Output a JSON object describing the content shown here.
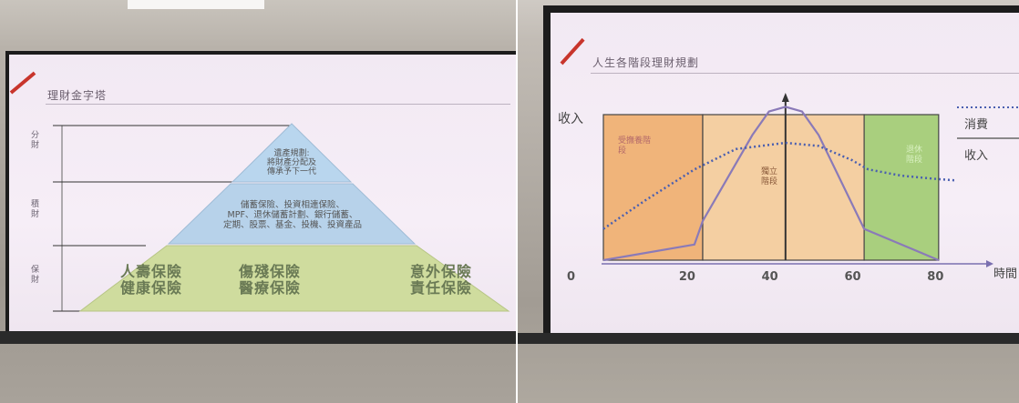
{
  "left_slide": {
    "title": "理財金字塔",
    "side_labels": {
      "top": "分財",
      "middle": "積財",
      "bottom": "保財"
    },
    "pyramid": {
      "top_lines": [
        "遺產規劃:",
        "將財產分配及",
        "傳承予下一代"
      ],
      "middle_lines": [
        "儲蓄保險、投資相連保險、",
        "MPF、退休儲蓄計劃、銀行儲蓄、",
        "定期、股票、基金、投機、投資產品"
      ],
      "bottom_left": [
        "人壽保險",
        "健康保險"
      ],
      "bottom_center": [
        "傷殘保險",
        "醫療保險"
      ],
      "bottom_right": [
        "意外保險",
        "責任保險"
      ]
    },
    "colors": {
      "top": "#b9d6ee",
      "middle": "#b7d2ea",
      "bottom": "#cfdc9e"
    }
  },
  "right_slide": {
    "title": "人生各階段理財規劃",
    "chart_data": {
      "type": "line",
      "title": "人生各階段理財規劃",
      "xlabel": "時間",
      "ylabel": "收入",
      "x_ticks": [
        0,
        20,
        40,
        60,
        80
      ],
      "xlim": [
        0,
        85
      ],
      "ylim": [
        0,
        100
      ],
      "stages": [
        {
          "label": "受撫養階段",
          "x_start": 0,
          "x_end": 24,
          "color": "#f0b47a"
        },
        {
          "label": "獨立階段",
          "x_start": 24,
          "x_end": 63,
          "color": "#f4cfa2"
        },
        {
          "label": "退休階段",
          "x_start": 63,
          "x_end": 81,
          "color": "#a9cf7e"
        }
      ],
      "series": [
        {
          "name": "收入",
          "style": "solid",
          "color": "#8a7ab8",
          "x": [
            0,
            22,
            24,
            36,
            40,
            44,
            48,
            52,
            63,
            81
          ],
          "y": [
            0,
            10,
            25,
            80,
            95,
            98,
            95,
            80,
            20,
            0
          ]
        },
        {
          "name": "消費",
          "style": "dotted",
          "color": "#4a5fb0",
          "x": [
            0,
            10,
            22,
            32,
            44,
            52,
            60,
            64,
            72,
            80,
            85
          ],
          "y": [
            20,
            38,
            58,
            71,
            75,
            73,
            64,
            58,
            54,
            52,
            51
          ]
        }
      ],
      "legend": [
        "消費",
        "收入"
      ]
    },
    "labels": {
      "y_axis": "收入",
      "x_axis": "時間",
      "legend_consumption": "消費",
      "legend_income": "收入",
      "stage_dependent": "受撫養階段",
      "stage_independent": "獨立階段",
      "stage_retired": "退休階段"
    }
  }
}
